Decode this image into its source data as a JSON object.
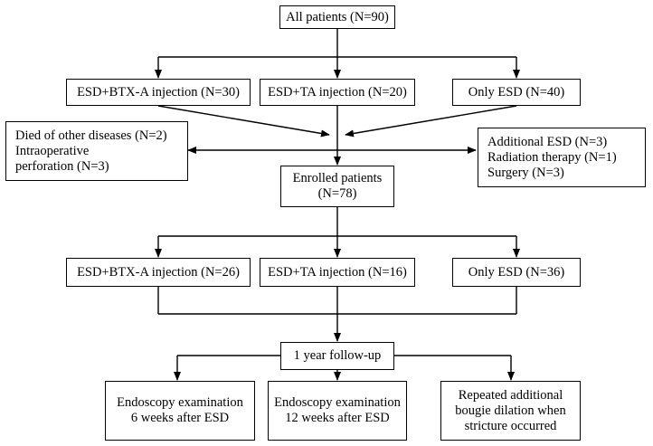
{
  "flowchart": {
    "all_patients": "All patients (N=90)",
    "initial_groups": [
      "ESD+BTX-A injection (N=30)",
      "ESD+TA injection (N=20)",
      "Only ESD (N=40)"
    ],
    "excluded_left": [
      "Died of other diseases (N=2)",
      "Intraoperative",
      "perforation (N=3)"
    ],
    "excluded_right": [
      "Additional ESD (N=3)",
      "Radiation therapy (N=1)",
      "Surgery (N=3)"
    ],
    "enrolled": [
      "Enrolled patients",
      "(N=78)"
    ],
    "enrolled_groups": [
      "ESD+BTX-A injection (N=26)",
      "ESD+TA injection (N=16)",
      "Only ESD (N=36)"
    ],
    "follow_up": "1 year follow-up",
    "outcomes": [
      [
        "Endoscopy examination",
        "6 weeks after ESD"
      ],
      [
        "Endoscopy examination",
        "12 weeks after ESD"
      ],
      [
        "Repeated additional",
        "bougie dilation when",
        "stricture occurred"
      ]
    ]
  }
}
